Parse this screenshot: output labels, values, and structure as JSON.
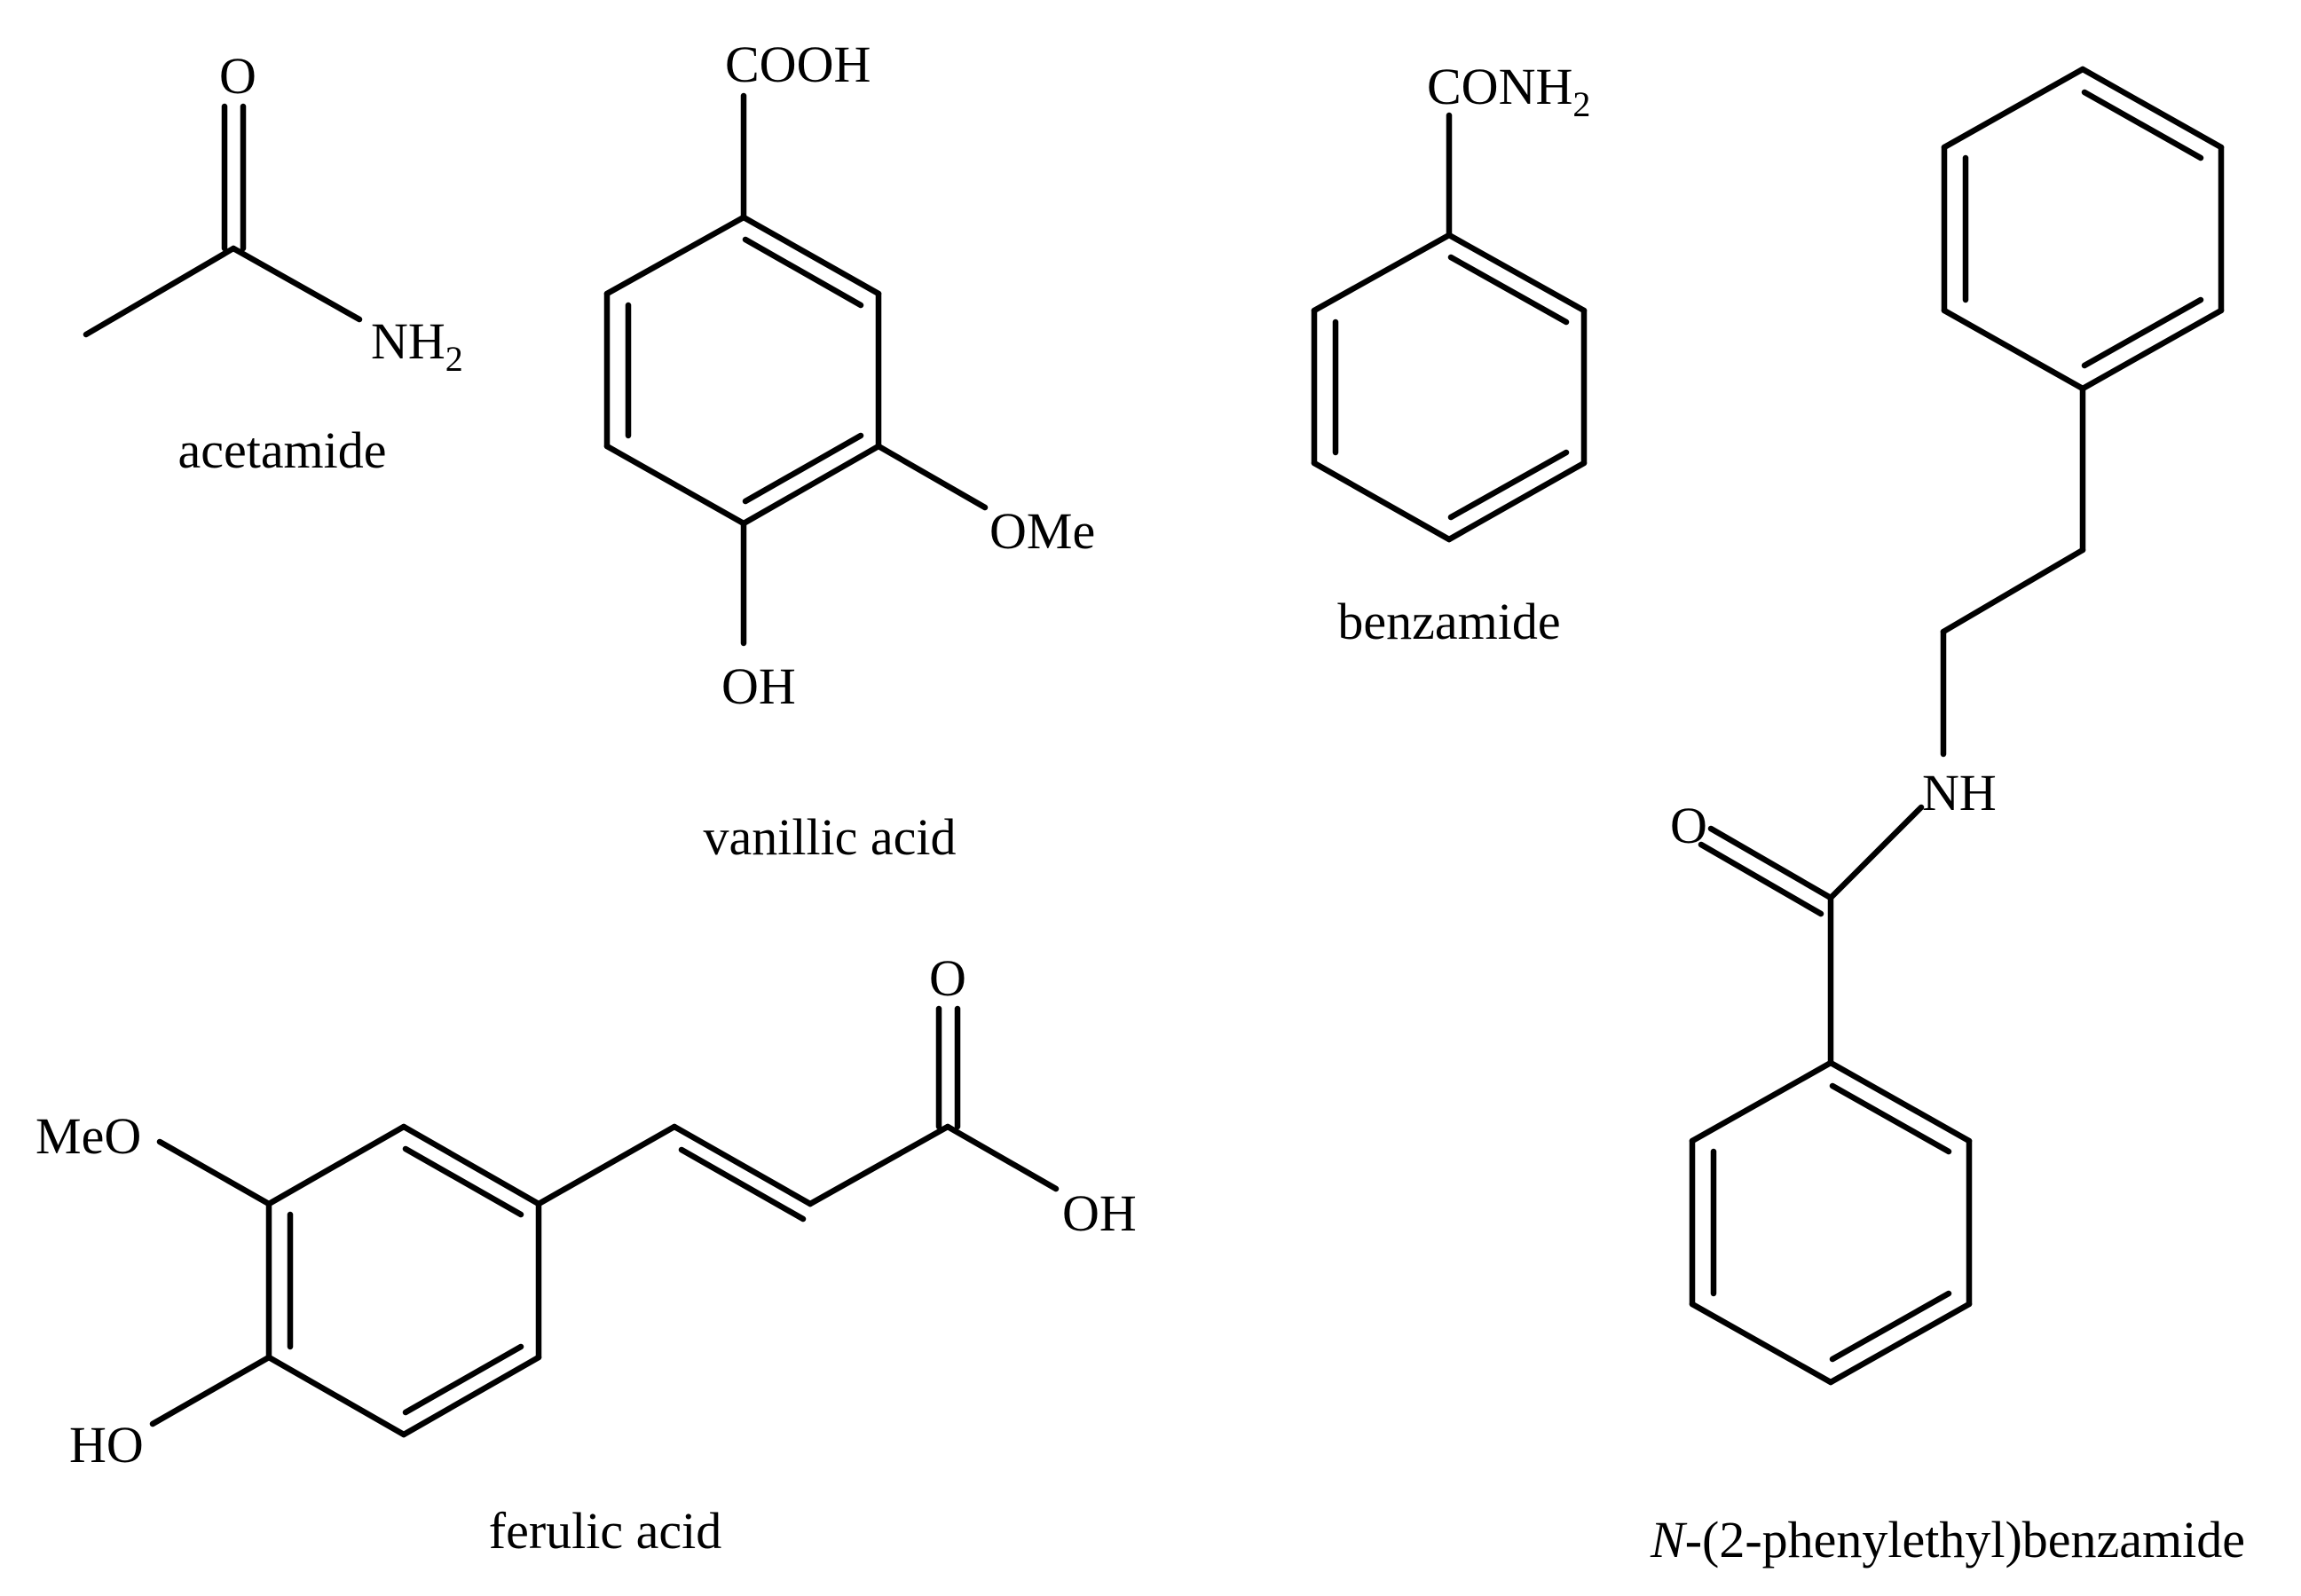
{
  "figure": {
    "molecules": [
      {
        "id": "acetamide",
        "name": "acetamide",
        "atoms": {
          "carbonyl_o": "O",
          "amine": "NH",
          "amine_sub": "2"
        }
      },
      {
        "id": "vanillic-acid",
        "name": "vanillic acid",
        "atoms": {
          "acid": "COOH",
          "methoxy": "OMe",
          "hydroxy": "OH"
        }
      },
      {
        "id": "benzamide",
        "name": "benzamide",
        "atoms": {
          "amide": "CONH",
          "amide_sub": "2"
        }
      },
      {
        "id": "ferulic-acid",
        "name": "ferulic acid",
        "atoms": {
          "methoxy": "MeO",
          "hydroxy": "HO",
          "carbonyl_o": "O",
          "acid_oh": "OH"
        }
      },
      {
        "id": "n-phenylethyl-benzamide",
        "name_italic": "N",
        "name_rest": "-(2-phenylethyl)benzamide",
        "atoms": {
          "nh": "NH",
          "carbonyl_o": "O"
        }
      }
    ]
  }
}
